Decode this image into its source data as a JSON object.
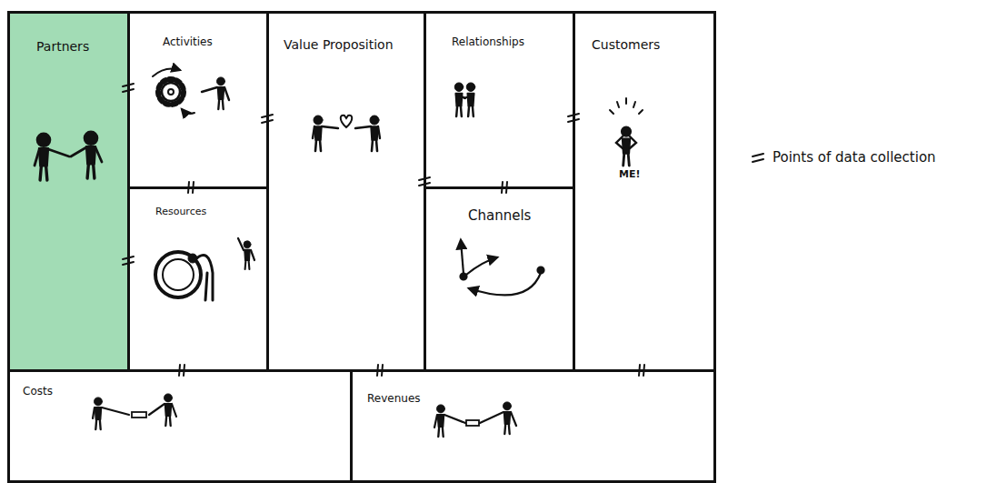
{
  "diagram": {
    "nodes": [
      {
        "text": [
          "Partners"
        ]
      },
      {
        "text": [
          "Activities"
        ]
      },
      {
        "text": [
          "Value Proposition"
        ]
      },
      {
        "text": [
          "Relationships"
        ]
      },
      {
        "text": [
          "Customers"
        ]
      },
      {
        "text": [
          "Resources"
        ]
      },
      {
        "text": [
          "Channels"
        ]
      },
      {
        "text": [
          "Costs"
        ]
      },
      {
        "text": [
          "Revenues"
        ]
      }
    ],
    "labels": [
      "ME!"
    ],
    "legend": [
      {
        "text": "Points of data collection"
      }
    ]
  }
}
